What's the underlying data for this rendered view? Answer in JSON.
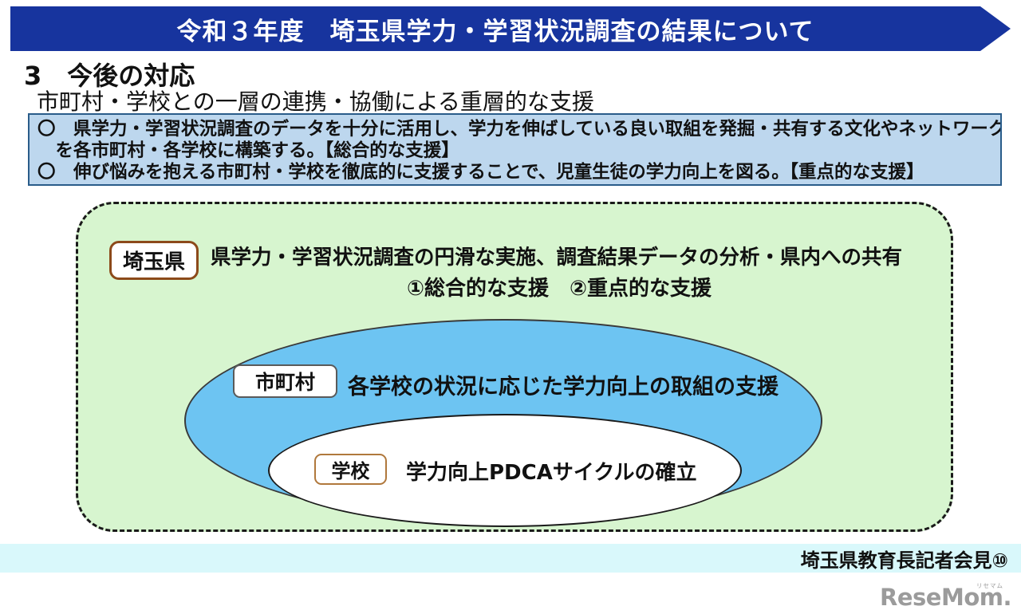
{
  "banner": {
    "title": "令和３年度　埼玉県学力・学習状況調査の結果について",
    "bg_color": "#17349e",
    "text_color": "#ffffff"
  },
  "heading": {
    "title": "3　今後の対応",
    "subtitle": "市町村・学校との一層の連携・協働による重層的な支援"
  },
  "summary_box": {
    "bg_color": "#bdd7ee",
    "border_color": "#2a5c8a",
    "lines": [
      "〇　県学力・学習状況調査のデータを十分に活用し、学力を伸ばしている良い取組を発掘・共有する文化やネットワーク",
      "　を各市町村・各学校に構築する。【総合的な支援】",
      "〇　伸び悩みを抱える市町村・学校を徹底的に支援することで、児童生徒の学力向上を図る。【重点的な支援】"
    ]
  },
  "diagram": {
    "outer_bg_color": "#d7f5cf",
    "blue_ellipse_color": "#6dc4f2",
    "label_border_brown": "#8c4a1a",
    "prefecture": {
      "label": "埼玉県",
      "line1": "県学力・学習状況調査の円滑な実施、調査結果データの分析・県内への共有",
      "line2": "①総合的な支援　②重点的な支援"
    },
    "municipality": {
      "label": "市町村",
      "text": "各学校の状況に応じた学力向上の取組の支援"
    },
    "school": {
      "label": "学校",
      "text": "学力向上PDCAサイクルの確立"
    }
  },
  "footer": {
    "caption": "埼玉県教育長記者会見⑩",
    "bg_color": "#d9f8fb"
  },
  "logo": {
    "text": "ReseMom.",
    "ruby": "リセマム",
    "color": "#9b9b9b"
  }
}
